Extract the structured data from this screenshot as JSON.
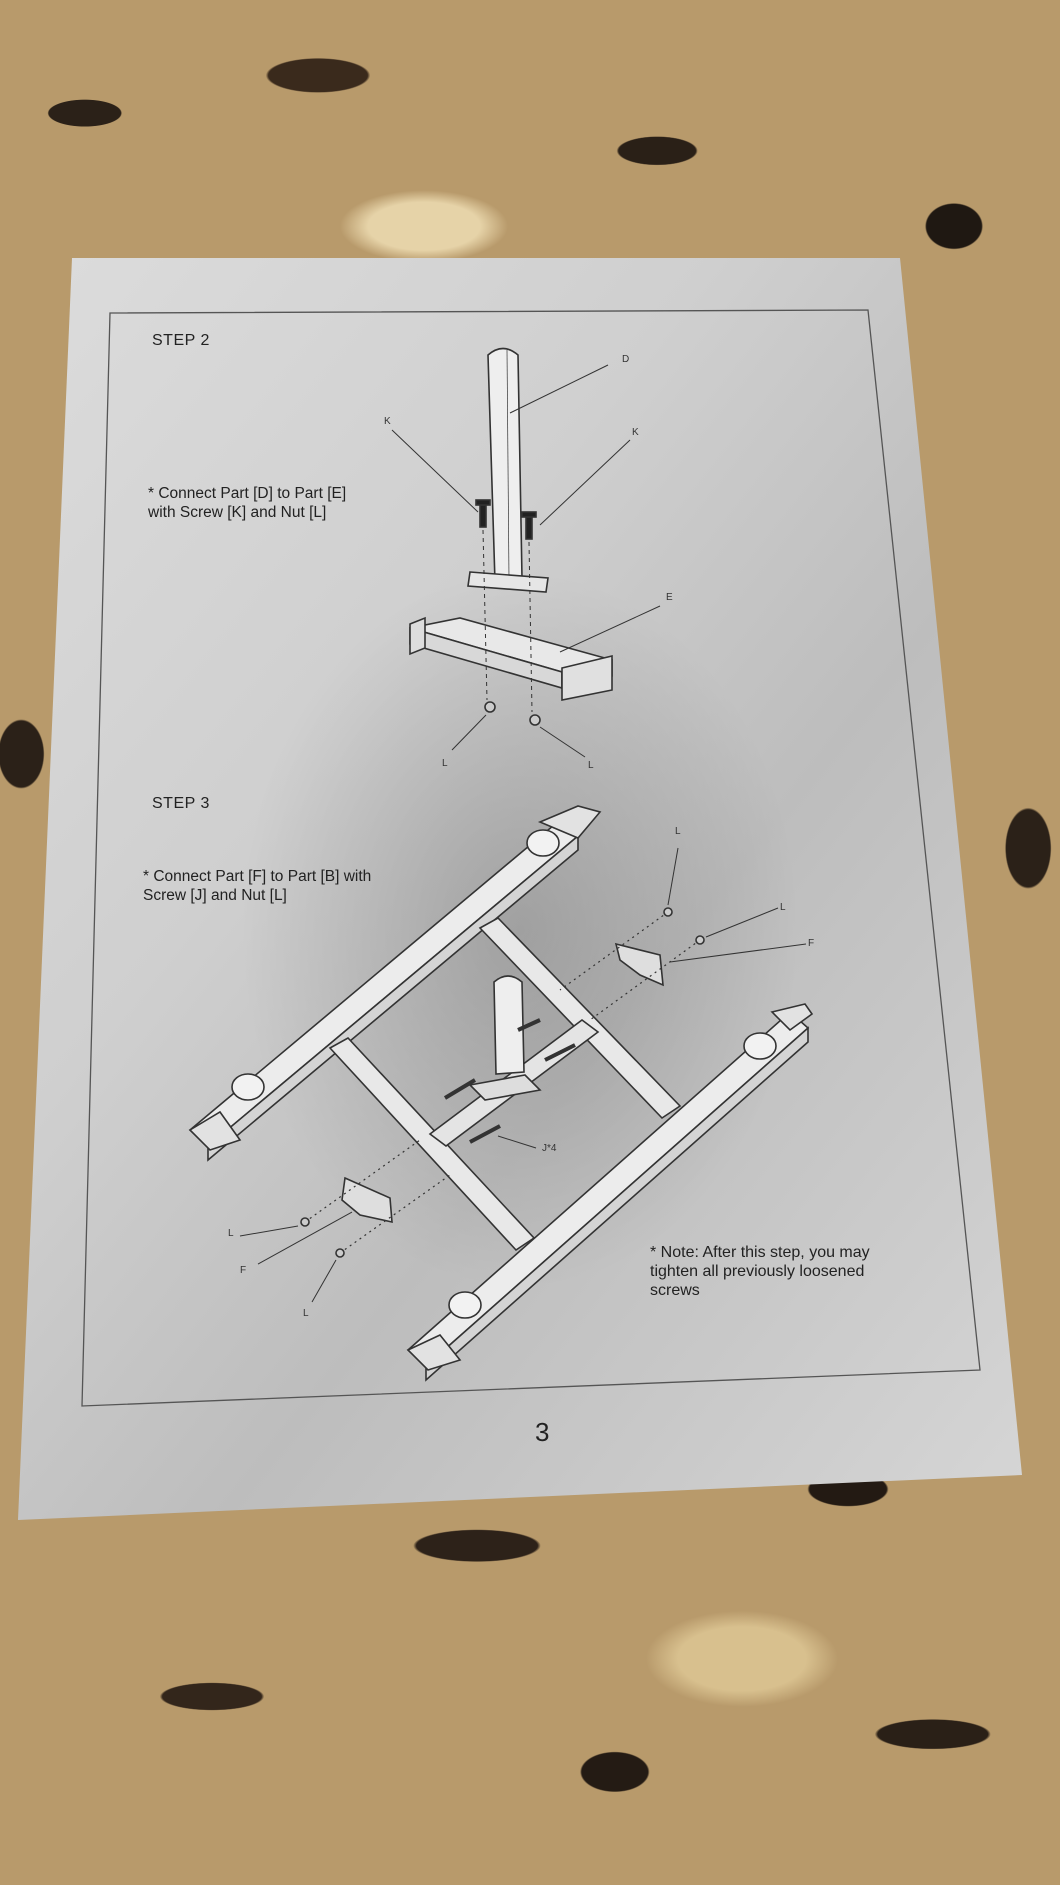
{
  "document": {
    "page_number": "3",
    "step2": {
      "heading": "STEP 2",
      "instruction": "* Connect Part [D] to Part [E]\nwith Screw [K] and Nut [L]",
      "labels": {
        "d": "D",
        "k_left": "K",
        "k_right": "K",
        "e": "E",
        "l_left": "L",
        "l_right": "L"
      }
    },
    "step3": {
      "heading": "STEP 3",
      "instruction": "* Connect Part [F] to Part [B] with\nScrew [J] and Nut [L]",
      "labels": {
        "l_top": "L",
        "l_right": "L",
        "f_right": "F",
        "j4": "J*4",
        "l_left": "L",
        "f_left": "F",
        "l_bottom": "L"
      },
      "note": "* Note: After this step, you may\ntighten all previously loosened\nscrews"
    }
  }
}
